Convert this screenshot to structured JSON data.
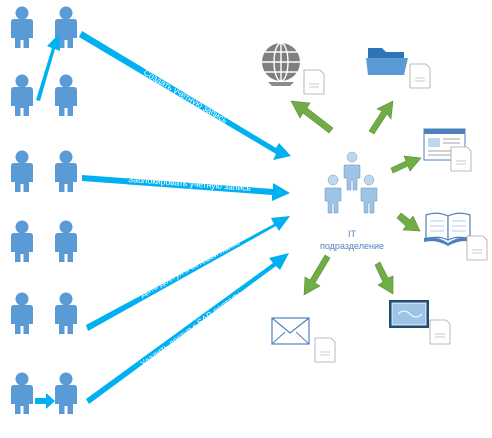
{
  "center": {
    "line1": "IT",
    "line2": "подразделение"
  },
  "arrows": {
    "create": "Создать учетную запись",
    "block": "Заблокировать учетную запись",
    "folder": "Дать доступ к сетевой папке",
    "portal": "Удалить доступ к SAP-порталу"
  },
  "resources": [
    "globe-icon",
    "folder-icon",
    "window-icon",
    "book-icon",
    "certificate-icon",
    "mail-icon"
  ],
  "colors": {
    "person": "#5b9bd5",
    "person_dark": "#3d7cbc",
    "blue_arrow": "#00b0f0",
    "green_arrow": "#70ad47",
    "center_person": "#9dc3e6",
    "label": "#4f81bd"
  }
}
